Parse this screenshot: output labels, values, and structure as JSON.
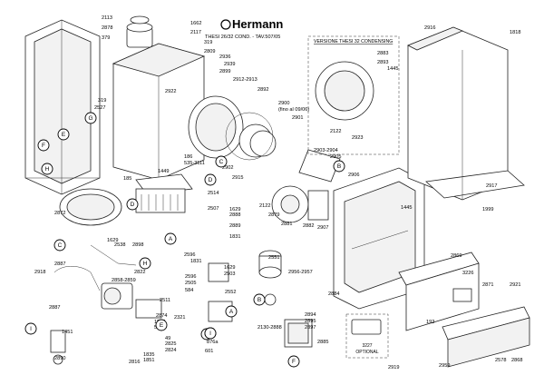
{
  "header": {
    "brand": "Hermann",
    "subtitle": "THESI 26/32 COND. - TAV.507/05"
  },
  "inset": {
    "title": "VERSIONE THESI 32 CONDENSING",
    "labels": [
      "2883",
      "2893",
      "1445"
    ]
  },
  "optional": {
    "code": "3227",
    "label": "OPTIONAL"
  },
  "part_labels": [
    "2113",
    "1662",
    "2878",
    "2117",
    "379",
    "319",
    "2809",
    "2936",
    "2939",
    "2899",
    "2912-2913",
    "2892",
    "2922",
    "319",
    "2527",
    "2900",
    "(fino al 09/06)",
    "2901",
    "2122",
    "2923",
    "2903-2904",
    "2905",
    "2902",
    "2915",
    "186",
    "535-3111",
    "1449",
    "185",
    "2906",
    "2514",
    "2507",
    "1629",
    "2888",
    "2889",
    "1831",
    "2122",
    "2879",
    "2881",
    "2882",
    "2907",
    "1445",
    "2872",
    "1629",
    "2538",
    "2898",
    "2596",
    "1831",
    "1629",
    "2503",
    "2551",
    "2887",
    "2918",
    "2822",
    "2858-2859",
    "2596",
    "2505",
    "584",
    "2511",
    "2552",
    "2956-2957",
    "2884",
    "2887",
    "1451",
    "1535",
    "599",
    "2321",
    "2874",
    "49",
    "2825",
    "2824",
    "2816",
    "1835",
    "1851",
    "876a",
    "601",
    "2130-2888",
    "2894",
    "2895",
    "2897",
    "2885",
    "2890",
    "2916",
    "1818",
    "2917",
    "1999",
    "2869",
    "3226",
    "2871",
    "192",
    "2921",
    "2578",
    "2868",
    "2919",
    "2959"
  ],
  "reference_markers": [
    "A",
    "A",
    "A",
    "B",
    "B",
    "C",
    "C",
    "D",
    "D",
    "E",
    "E",
    "F",
    "F",
    "G",
    "G",
    "H",
    "H",
    "I",
    "I"
  ],
  "icons": [
    "brand-logo-icon"
  ]
}
